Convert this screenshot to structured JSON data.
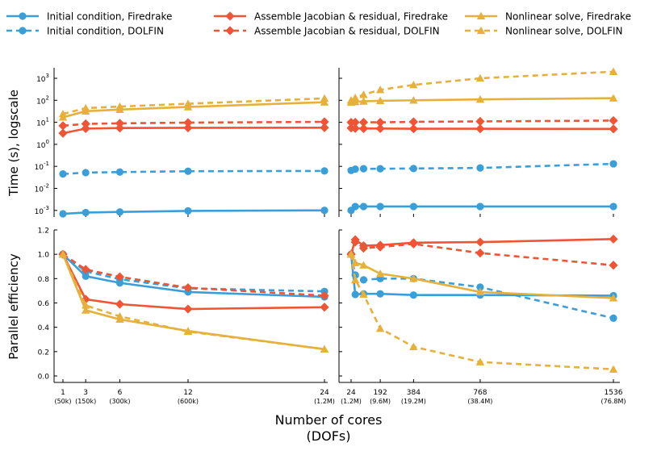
{
  "chart_data": {
    "type": "line",
    "legend": {
      "placement": "top",
      "entries": [
        {
          "label": "Initial condition, Firedrake",
          "series": "ic_fd"
        },
        {
          "label": "Assemble Jacobian & residual, Firedrake",
          "series": "asm_fd"
        },
        {
          "label": "Nonlinear solve, Firedrake",
          "series": "nl_fd"
        },
        {
          "label": "Initial condition, DOLFIN",
          "series": "ic_df"
        },
        {
          "label": "Assemble Jacobian & residual, DOLFIN",
          "series": "asm_df"
        },
        {
          "label": "Nonlinear solve, DOLFIN",
          "series": "nl_df"
        }
      ]
    },
    "series_styles": {
      "ic_fd": {
        "color": "#3a9fd8",
        "marker": "circle",
        "dash": false
      },
      "ic_df": {
        "color": "#3a9fd8",
        "marker": "circle",
        "dash": true
      },
      "asm_fd": {
        "color": "#ef5435",
        "marker": "diamond",
        "dash": false
      },
      "asm_df": {
        "color": "#ef5435",
        "marker": "diamond",
        "dash": true
      },
      "nl_fd": {
        "color": "#e6b03b",
        "marker": "triangle",
        "dash": false
      },
      "nl_df": {
        "color": "#e6b03b",
        "marker": "triangle",
        "dash": true
      }
    },
    "xlabel": "Number of cores",
    "xlabel2": "(DOFs)",
    "left_panels": {
      "x": [
        1,
        3,
        6,
        12,
        24
      ],
      "x_ticks": [
        {
          "v": 1,
          "label": "1",
          "sub": "(50k)"
        },
        {
          "v": 3,
          "label": "3",
          "sub": "(150k)"
        },
        {
          "v": 6,
          "label": "6",
          "sub": "(300k)"
        },
        {
          "v": 12,
          "label": "12",
          "sub": "(600k)"
        },
        {
          "v": 24,
          "label": "24",
          "sub": "(1.2M)"
        }
      ],
      "time": {
        "ic_fd": [
          0.0007,
          0.0008,
          0.00085,
          0.00095,
          0.001
        ],
        "ic_df": [
          0.045,
          0.052,
          0.055,
          0.06,
          0.062
        ],
        "asm_fd": [
          3.2,
          5.2,
          5.5,
          5.6,
          5.7
        ],
        "asm_df": [
          7,
          8.5,
          9,
          9.7,
          10.5
        ],
        "nl_fd": [
          17,
          32,
          38,
          50,
          82
        ],
        "nl_df": [
          24,
          44,
          52,
          70,
          122
        ]
      },
      "efficiency": {
        "ic_fd": [
          1.0,
          0.82,
          0.765,
          0.69,
          0.65
        ],
        "ic_df": [
          1.0,
          0.86,
          0.795,
          0.72,
          0.695
        ],
        "asm_fd": [
          1.0,
          0.63,
          0.59,
          0.55,
          0.565
        ],
        "asm_df": [
          1.0,
          0.875,
          0.815,
          0.725,
          0.66
        ],
        "nl_fd": [
          1.0,
          0.54,
          0.465,
          0.37,
          0.22
        ],
        "nl_df": [
          1.0,
          0.58,
          0.49,
          0.365,
          0.22
        ]
      }
    },
    "right_panels": {
      "x": [
        24,
        48,
        96,
        192,
        384,
        768,
        1536
      ],
      "x_ticks": [
        {
          "v": 24,
          "label": "24",
          "sub": "(1.2M)"
        },
        {
          "v": 192,
          "label": "192",
          "sub": "(9.6M)"
        },
        {
          "v": 384,
          "label": "384",
          "sub": "(19.2M)"
        },
        {
          "v": 768,
          "label": "768",
          "sub": "(38.4M)"
        },
        {
          "v": 1536,
          "label": "1536",
          "sub": "(76.8M)"
        }
      ],
      "time": {
        "ic_fd": [
          0.001,
          0.0015,
          0.0015,
          0.0015,
          0.0015,
          0.0015,
          0.0015
        ],
        "ic_df": [
          0.065,
          0.075,
          0.078,
          0.078,
          0.08,
          0.085,
          0.13
        ],
        "asm_fd": [
          5.5,
          5.3,
          5.2,
          5.2,
          5.1,
          5.1,
          5.0
        ],
        "asm_df": [
          10,
          10,
          10,
          10,
          10.5,
          11,
          12
        ],
        "nl_fd": [
          80,
          85,
          90,
          95,
          100,
          110,
          125
        ],
        "nl_df": [
          100,
          130,
          180,
          300,
          500,
          1000,
          2000
        ]
      },
      "efficiency": {
        "ic_fd": [
          1.0,
          0.67,
          0.675,
          0.675,
          0.665,
          0.665,
          0.66
        ],
        "ic_df": [
          1.0,
          0.83,
          0.79,
          0.8,
          0.8,
          0.73,
          0.475
        ],
        "asm_fd": [
          1.0,
          1.12,
          1.07,
          1.075,
          1.095,
          1.1,
          1.125
        ],
        "asm_df": [
          1.0,
          1.1,
          1.05,
          1.06,
          1.085,
          1.01,
          0.91
        ],
        "nl_fd": [
          1.0,
          0.93,
          0.91,
          0.84,
          0.8,
          0.69,
          0.64
        ],
        "nl_df": [
          1.0,
          0.79,
          0.67,
          0.39,
          0.24,
          0.115,
          0.055
        ]
      }
    },
    "top_axis": {
      "ylabel": "Time (s), logscale",
      "scale": "log",
      "ylim": [
        0.0005,
        3000
      ],
      "ticks": [
        {
          "v": 0.001,
          "exp": "-3"
        },
        {
          "v": 0.01,
          "exp": "-2"
        },
        {
          "v": 0.1,
          "exp": "-1"
        },
        {
          "v": 1,
          "exp": "0"
        },
        {
          "v": 10,
          "exp": "1"
        },
        {
          "v": 100,
          "exp": "2"
        },
        {
          "v": 1000,
          "exp": "3"
        }
      ]
    },
    "bottom_axis": {
      "ylabel": "Parallel efficiency",
      "scale": "linear",
      "ylim": [
        0,
        1.2
      ],
      "ticks": [
        "0.0",
        "0.2",
        "0.4",
        "0.6",
        "0.8",
        "1.0",
        "1.2"
      ]
    },
    "grid": false
  }
}
